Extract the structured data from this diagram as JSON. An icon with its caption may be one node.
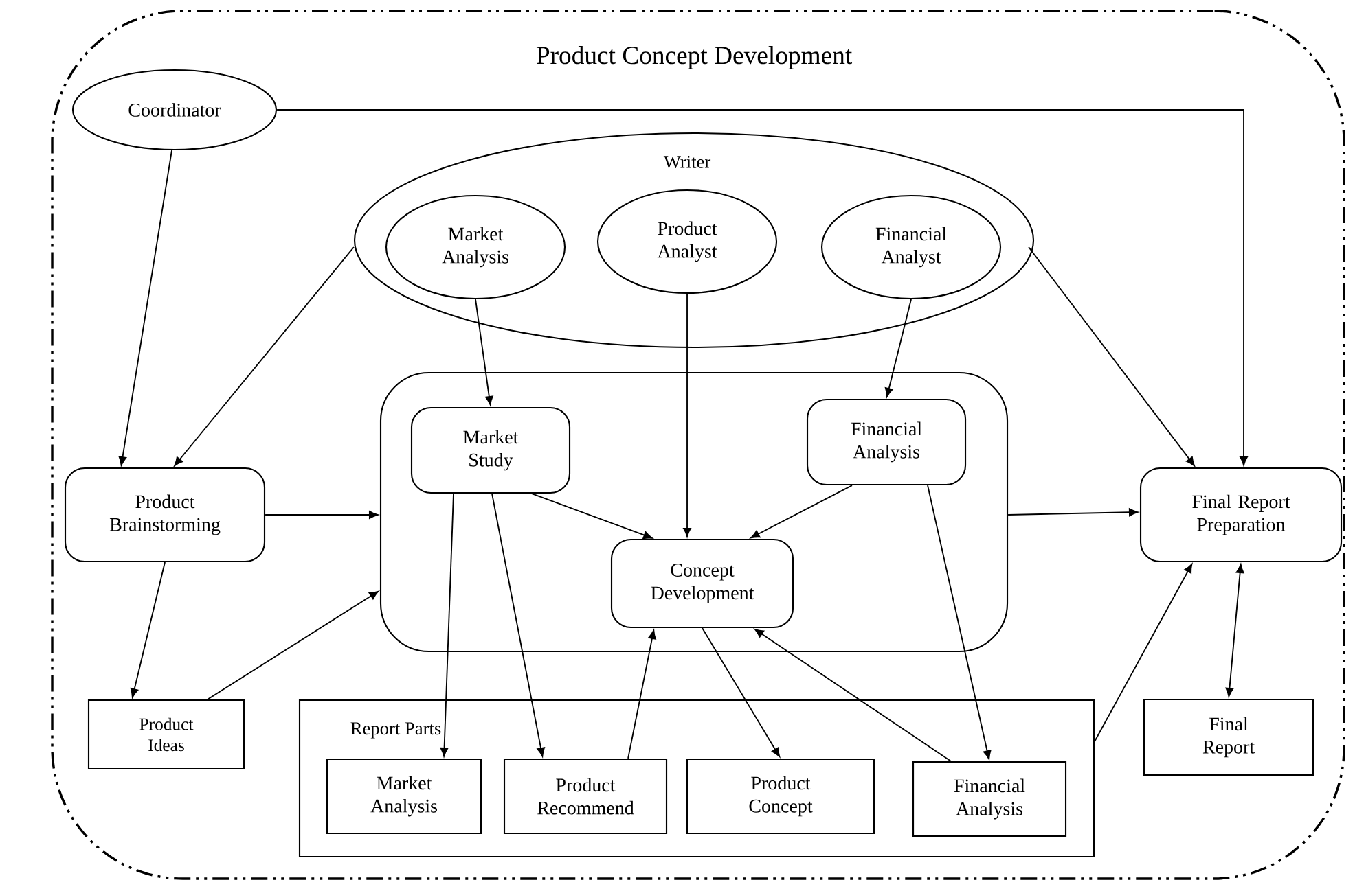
{
  "diagram": {
    "nodes": [
      {
        "text": [
          "Product Concept Development"
        ]
      },
      {
        "text": [
          "Coordinator"
        ],
        "in": 0
      },
      {
        "text": [
          "Writer"
        ],
        "in": 0
      },
      {
        "text": [
          "Market Analysis"
        ],
        "in": 2
      },
      {
        "text": [
          "Product Analyst"
        ],
        "in": 2
      },
      {
        "text": [
          "Financial Analyst"
        ],
        "in": 2
      },
      {
        "text": [
          "Product Brainstorming"
        ],
        "in": 0
      },
      {
        "text": [],
        "shape": "box",
        "in": 0
      },
      {
        "text": [
          "Market Study"
        ],
        "in": 7
      },
      {
        "text": [
          "Financial Analysis"
        ],
        "in": 7
      },
      {
        "text": [
          "Concept Development"
        ],
        "in": 7
      },
      {
        "text": [
          "Final Report Preparation"
        ],
        "in": 0
      },
      {
        "text": [
          "Product Ideas"
        ],
        "in": 0
      },
      {
        "text": [
          "Report Parts"
        ],
        "in": 0
      },
      {
        "text": [
          "Market Analysis"
        ],
        "in": 13
      },
      {
        "text": [
          "Product Recommend"
        ],
        "in": 13
      },
      {
        "text": [
          "Product Concept"
        ],
        "in": 13
      },
      {
        "text": [
          "Financial Analysis"
        ],
        "in": 13
      },
      {
        "text": [
          "Final Report"
        ],
        "in": 0
      }
    ],
    "edges": [
      {
        "from": 1,
        "to": 6,
        "arrow": "to"
      },
      {
        "from": 1,
        "to": 11,
        "arrow": "to"
      },
      {
        "from": 2,
        "to": 6,
        "arrow": "to"
      },
      {
        "from": 2,
        "to": 11,
        "arrow": "to"
      },
      {
        "from": 3,
        "to": 8,
        "arrow": "to"
      },
      {
        "from": 4,
        "to": 10,
        "arrow": "to"
      },
      {
        "from": 5,
        "to": 9,
        "arrow": "to"
      },
      {
        "from": 6,
        "to": 7,
        "arrow": "to"
      },
      {
        "from": 6,
        "to": 12,
        "arrow": "to"
      },
      {
        "from": 12,
        "to": 7,
        "arrow": "to"
      },
      {
        "from": 8,
        "to": 10,
        "arrow": "to"
      },
      {
        "from": 9,
        "to": 10,
        "arrow": "to"
      },
      {
        "from": 8,
        "to": 14,
        "arrow": "to"
      },
      {
        "from": 8,
        "to": 15,
        "arrow": "to"
      },
      {
        "from": 15,
        "to": 10,
        "arrow": "to"
      },
      {
        "from": 10,
        "to": 16,
        "arrow": "to"
      },
      {
        "from": 17,
        "to": 10,
        "arrow": "to"
      },
      {
        "from": 9,
        "to": 17,
        "arrow": "to"
      },
      {
        "from": 7,
        "to": 11,
        "arrow": "to"
      },
      {
        "from": 13,
        "to": 11,
        "arrow": "to"
      },
      {
        "from": 11,
        "to": 18,
        "arrow": "both"
      }
    ]
  }
}
